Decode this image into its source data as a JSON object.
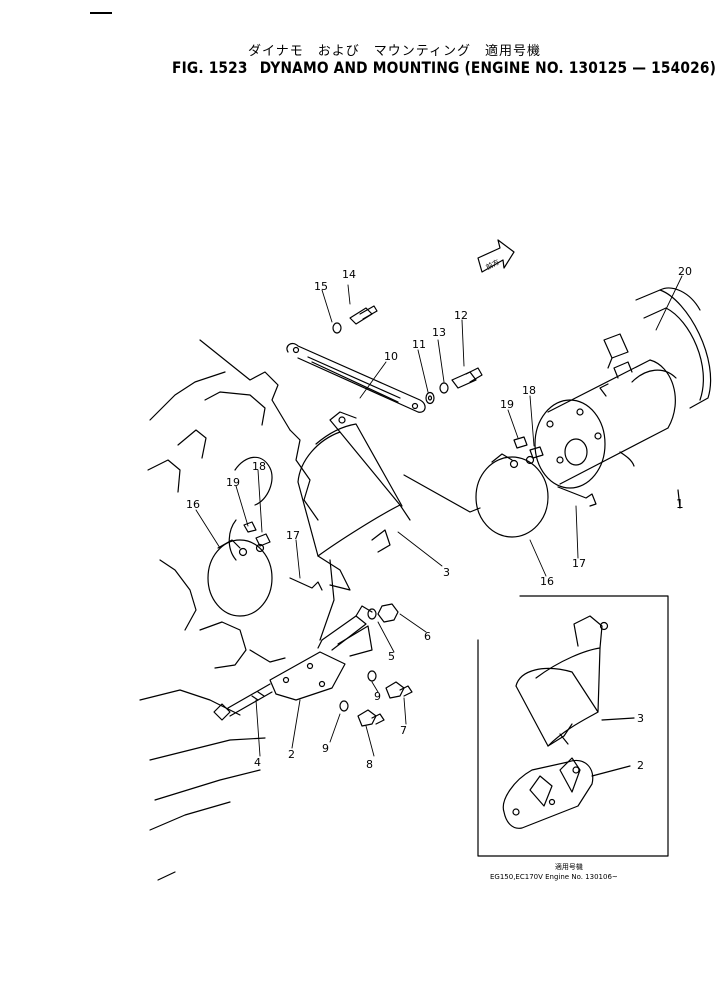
{
  "header": {
    "jp_title": "ダイナモ　および　マウンティング　適用号機",
    "fig_no": "FIG. 1523",
    "title": "DYNAMO AND MOUNTING (ENGINE NO. 130125 — 154026)"
  },
  "front_marker": "前方",
  "callouts": {
    "c1": "1",
    "c2": "2",
    "c3": "3",
    "c4": "4",
    "c5": "5",
    "c6": "6",
    "c7": "7",
    "c8": "8",
    "c9a": "9",
    "c9b": "9",
    "c10": "10",
    "c11": "11",
    "c12": "12",
    "c13": "13",
    "c14": "14",
    "c15": "15",
    "c16a": "16",
    "c16b": "16",
    "c17a": "17",
    "c17b": "17",
    "c18a": "18",
    "c18b": "18",
    "c19a": "19",
    "c19b": "19",
    "c20": "20"
  },
  "inset": {
    "callouts": {
      "c3": "3",
      "c2": "2"
    },
    "caption_jp": "適用号機",
    "caption": "EG150,EC170V Engine No. 130106~"
  }
}
